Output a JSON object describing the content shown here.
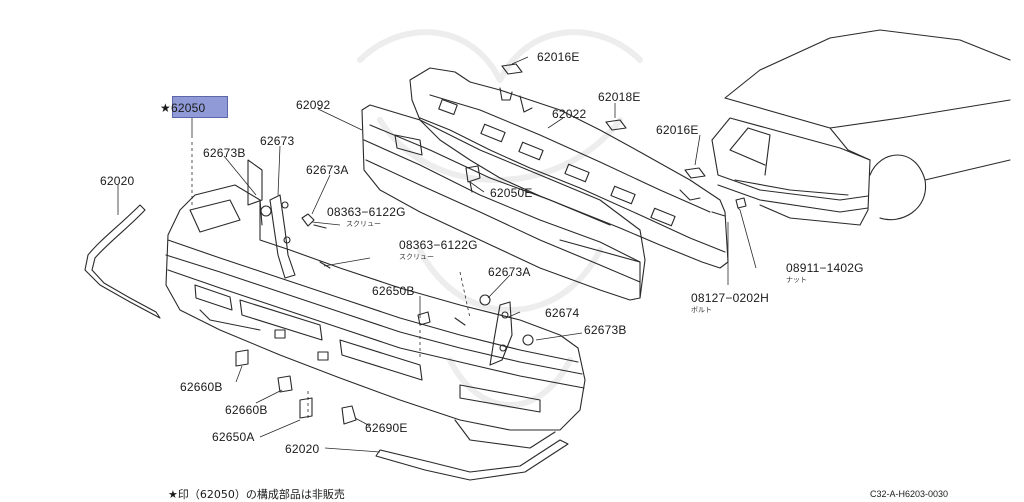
{
  "parts": {
    "p62050_star": "★62050",
    "p62092": "62092",
    "p62016E_top": "62016E",
    "p62018E": "62018E",
    "p62022": "62022",
    "p62016E_right": "62016E",
    "p62673B_top": "62673B",
    "p62673_top": "62673",
    "p62673A_top": "62673A",
    "p62020_left": "62020",
    "p08363_top": "08363−6122G",
    "p08363_top_sub": "スクリュー",
    "p62050E": "62050E",
    "p08363_mid": "08363−6122G",
    "p08363_mid_sub": "スクリュー",
    "p62673A_mid": "62673A",
    "p08911": "08911−1402G",
    "p08911_sub": "ナット",
    "p08127": "08127−0202H",
    "p08127_sub": "ボルト",
    "p62650B": "62650B",
    "p62674": "62674",
    "p62673B_mid": "62673B",
    "p62660B_a": "62660B",
    "p62660B_b": "62660B",
    "p62690E": "62690E",
    "p62650A": "62650A",
    "p62020_bottom": "62020"
  },
  "footnote": "★印（62050）の構成部品は非販売",
  "diagram_code": "C32-A-H6203-0030",
  "colors": {
    "highlight": "#8f9ad6",
    "line": "#2a2a2a"
  }
}
